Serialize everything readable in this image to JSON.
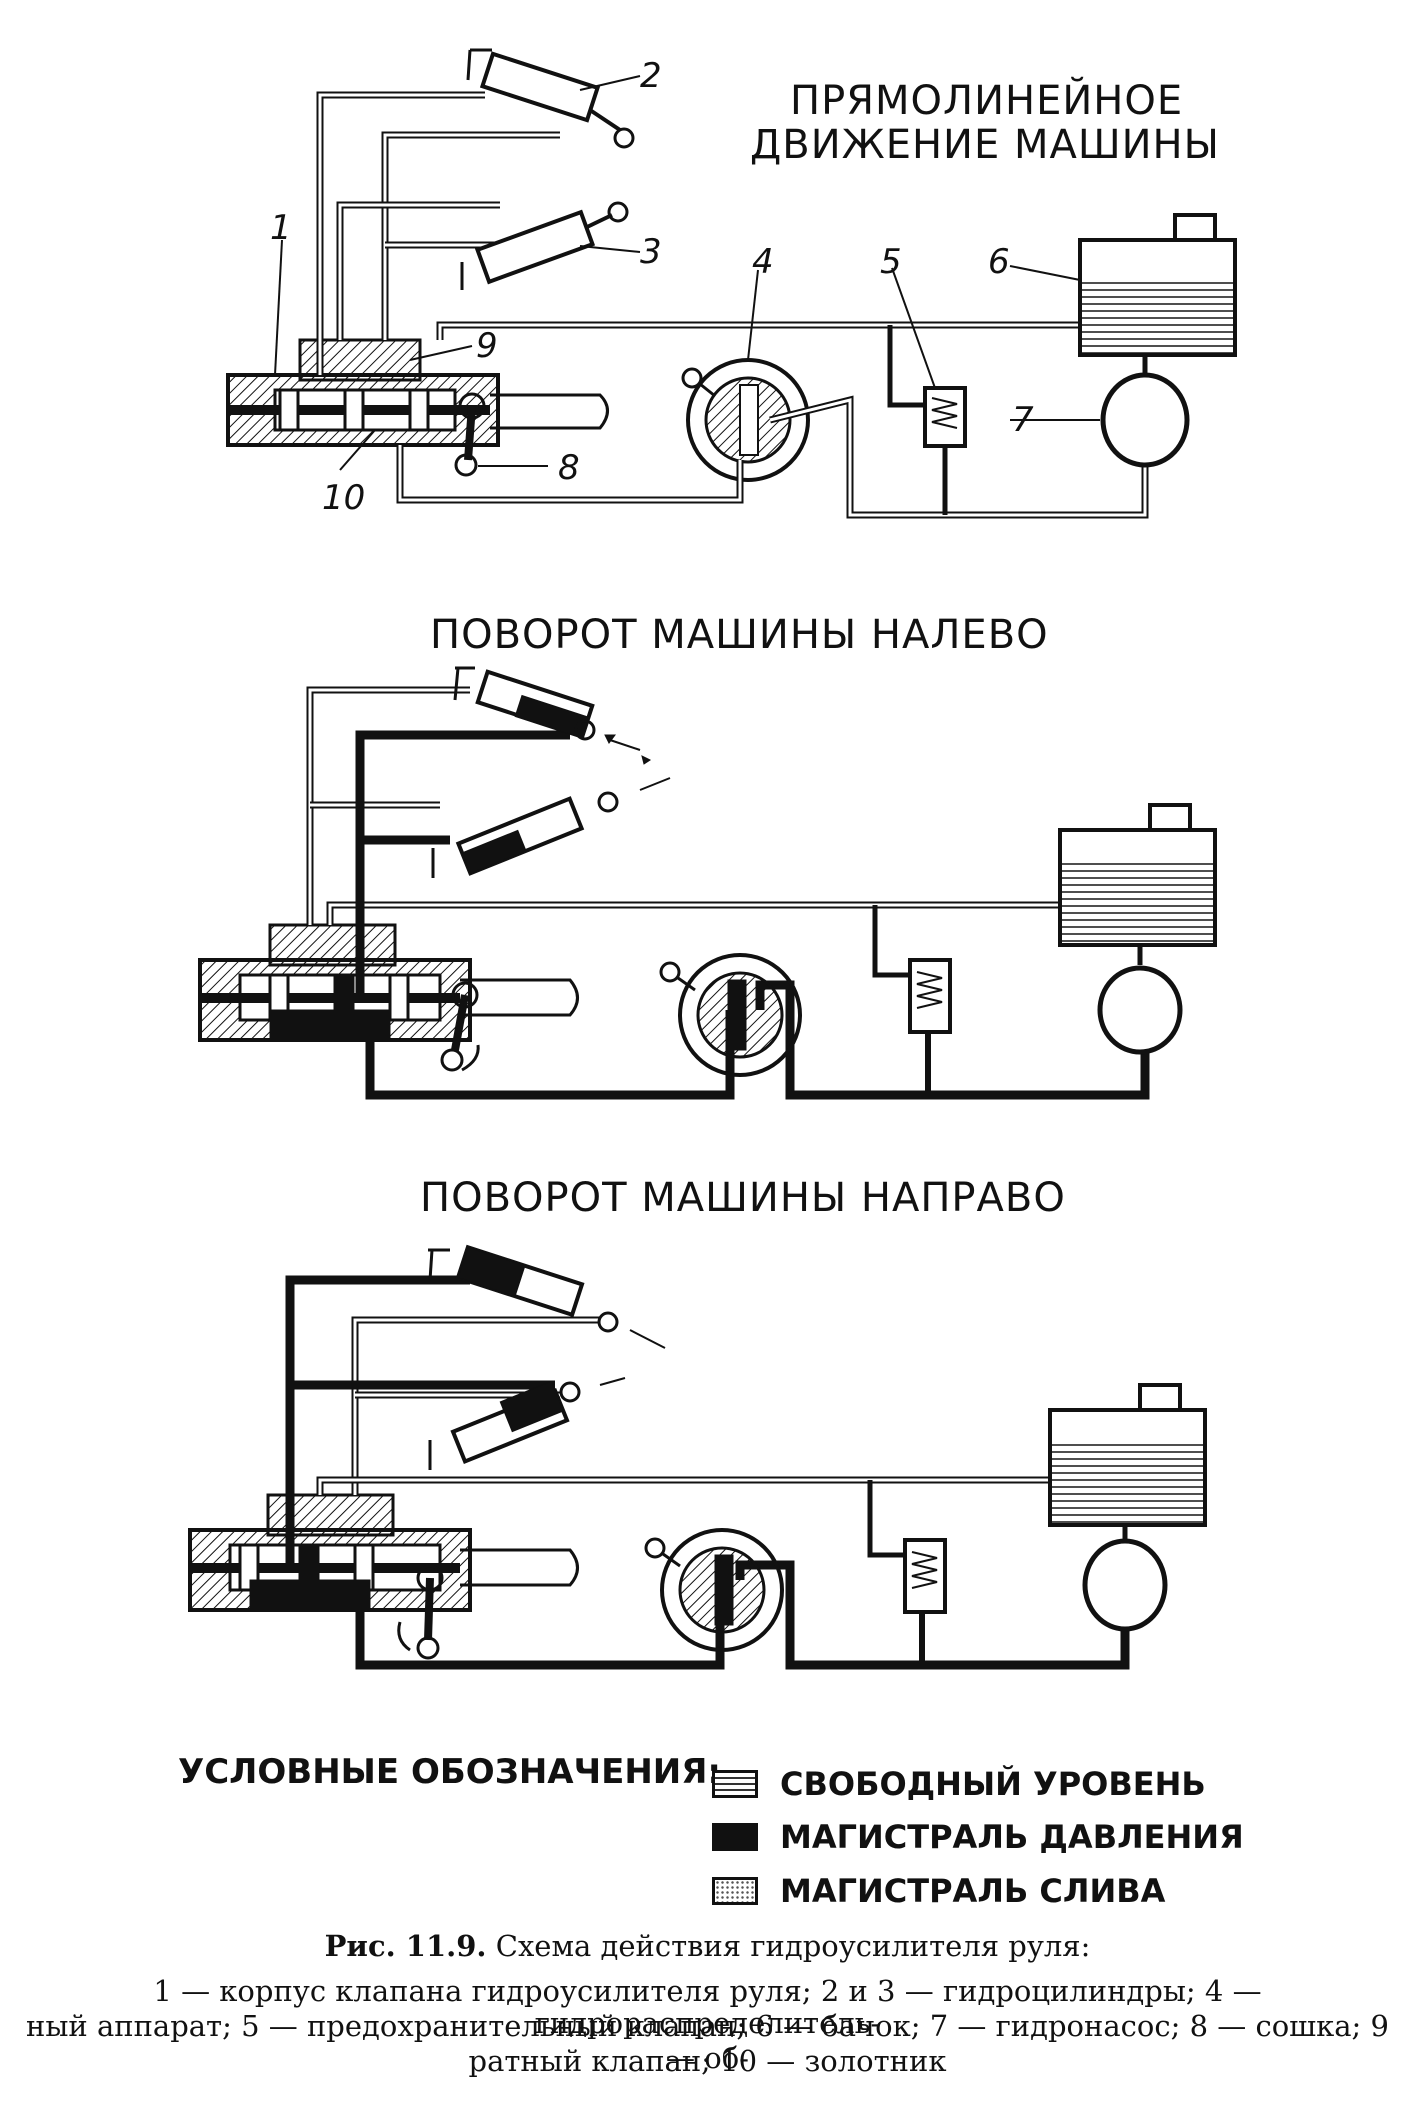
{
  "panels": {
    "straight_title_l1": "ПРЯМОЛИНЕЙНОЕ",
    "straight_title_l2": "ДВИЖЕНИЕ МАШИНЫ",
    "left_title": "ПОВОРОТ МАШИНЫ НАЛЕВО",
    "right_title": "ПОВОРОТ МАШИНЫ НАПРАВО"
  },
  "part_numbers": [
    "1",
    "2",
    "3",
    "4",
    "5",
    "6",
    "7",
    "8",
    "9",
    "10"
  ],
  "legend": {
    "heading": "УСЛОВНЫЕ ОБОЗНАЧЕНИЯ:",
    "items": [
      "СВОБОДНЫЙ УРОВЕНЬ",
      "МАГИСТРАЛЬ ДАВЛЕНИЯ",
      "МАГИСТРАЛЬ СЛИВА"
    ]
  },
  "caption": {
    "figure_label": "Рис. 11.9.",
    "figure_title": "Схема действия гидроусилителя руля:",
    "line1": "1 — корпус клапана гидроусилителя руля; 2 и 3 — гидроцилиндры; 4 — гидрораспределитель-",
    "line2": "ный аппарат; 5 — предохранительный клапан; 6 — бачок; 7 — гидронасос; 8 — сошка; 9 — об-",
    "line3": "ратный клапан; 10 — золотник"
  }
}
